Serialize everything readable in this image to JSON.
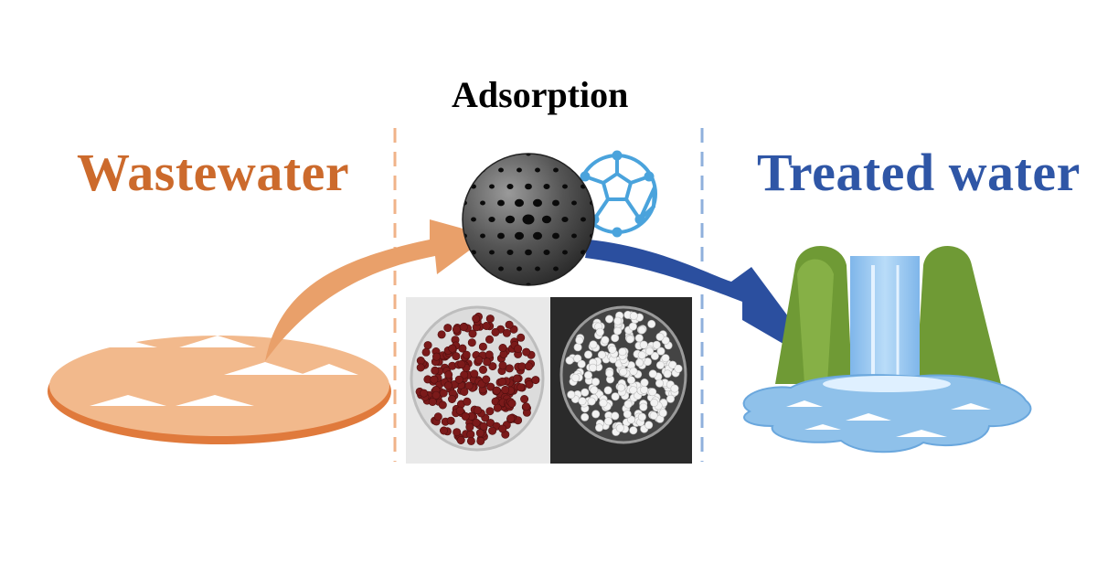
{
  "title": "Adsorption",
  "left_label": "Wastewater",
  "right_label": "Treated water",
  "colors": {
    "waste": "#cc6a2c",
    "waste_pool": "#f2b98c",
    "waste_arrow": "#e9a06a",
    "treated": "#2f56a6",
    "treated_arrow": "#2b4f9f",
    "water": "#8fc1ea",
    "mountain": "#6f9a35",
    "fullerene": "#4aa3dc",
    "sphere": "#4a4a4a",
    "beads_red": "#7b1a1a",
    "beads_white": "#f2f2f2"
  },
  "icons": [
    "porous-sphere-icon",
    "fullerene-icon",
    "waterfall-icon",
    "wastewater-pool-icon"
  ]
}
